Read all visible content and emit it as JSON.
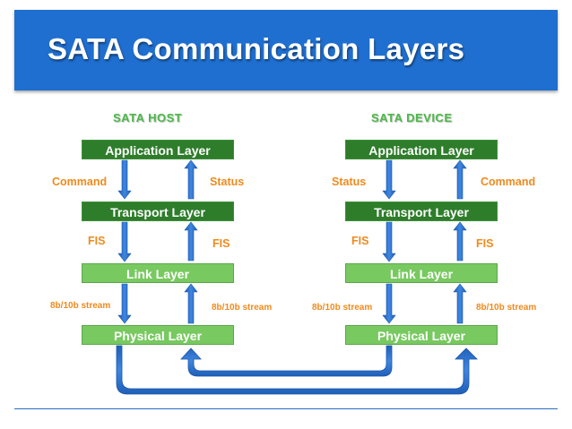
{
  "title": "SATA Communication Layers",
  "host": {
    "title": "SATA  HOST",
    "layers": [
      "Application Layer",
      "Transport Layer",
      "Link Layer",
      "Physical Layer"
    ],
    "labels": {
      "command": "Command",
      "status": "Status",
      "fis_down": "FIS",
      "fis_up": "FIS",
      "stream_down": "8b/10b  stream",
      "stream_up": "8b/10b  stream"
    }
  },
  "device": {
    "title": "SATA  DEVICE",
    "layers": [
      "Application Layer",
      "Transport Layer",
      "Link Layer",
      "Physical Layer"
    ],
    "labels": {
      "status": "Status",
      "command": "Command",
      "fis_down": "FIS",
      "fis_up": "FIS",
      "stream_down": "8b/10b  stream",
      "stream_up": "8b/10b  stream"
    }
  },
  "colors": {
    "title_bar": "#1f6fd0",
    "layer_dark": "#2e7d2b",
    "layer_light": "#78c960",
    "arrow": "#2f6fc8",
    "label": "#ef8a1c",
    "side_title": "#4db848"
  }
}
